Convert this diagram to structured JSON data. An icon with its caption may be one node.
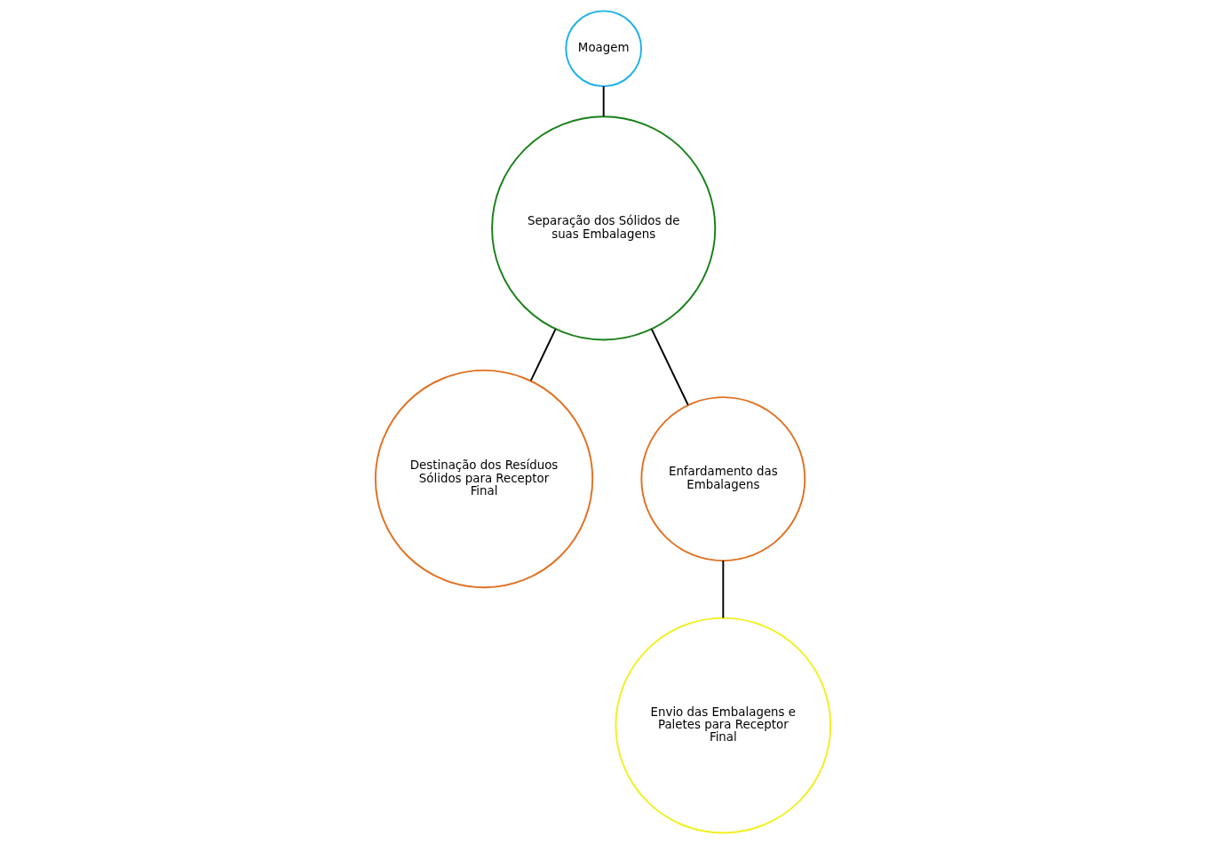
{
  "diagram": {
    "nodes": [
      {
        "text": [
          "Moagem"
        ]
      },
      {
        "text": [
          "Separação dos Sólidos de suas Embalagens"
        ]
      },
      {
        "text": [
          "Destinação dos Resíduos Sólidos para Receptor Final"
        ]
      },
      {
        "text": [
          "Enfardamento das Embalagens"
        ]
      },
      {
        "text": [
          "Envio das Embalagens e Paletes para Receptor Final"
        ]
      }
    ],
    "edges": [
      {
        "from": 0,
        "to": 1,
        "arrow": "none"
      },
      {
        "from": 1,
        "to": 2,
        "arrow": "none"
      },
      {
        "from": 1,
        "to": 3,
        "arrow": "none"
      },
      {
        "from": 3,
        "to": 4,
        "arrow": "none"
      }
    ]
  }
}
